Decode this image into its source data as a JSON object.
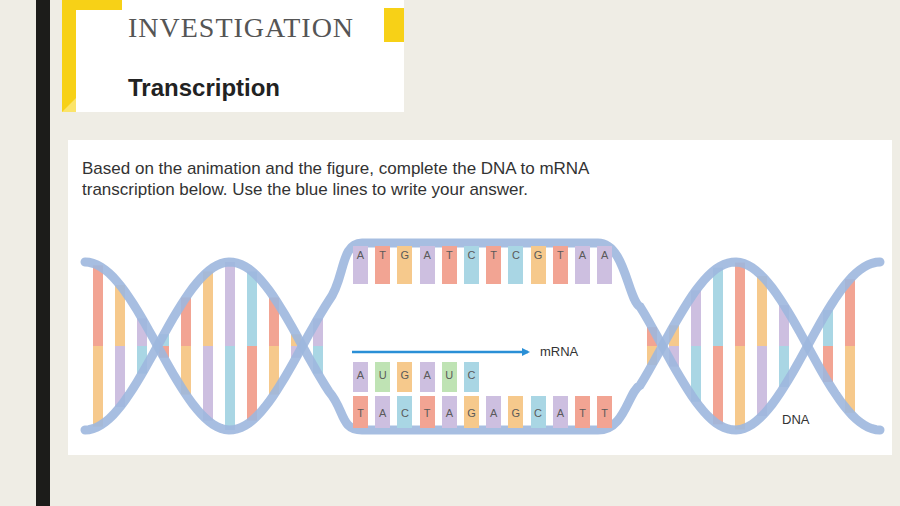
{
  "diagram": {
    "nodes": [
      {
        "text": [
          "INVESTIGATION",
          "Transcription"
        ]
      },
      {
        "text": [
          "Based on the animation and the figure, complete the DNA to mRNA transcription below. Use the blue lines to write your answer."
        ]
      },
      {
        "text": [
          "A"
        ],
        "in": 1
      },
      {
        "text": [
          "T"
        ],
        "in": 1
      },
      {
        "text": [
          "G"
        ],
        "in": 1
      },
      {
        "text": [
          "A"
        ],
        "in": 1
      },
      {
        "text": [
          "T"
        ],
        "in": 1
      },
      {
        "text": [
          "C"
        ],
        "in": 1
      },
      {
        "text": [
          "T"
        ],
        "in": 1
      },
      {
        "text": [
          "C"
        ],
        "in": 1
      },
      {
        "text": [
          "G"
        ],
        "in": 1
      },
      {
        "text": [
          "T"
        ],
        "in": 1
      },
      {
        "text": [
          "A"
        ],
        "in": 1
      },
      {
        "text": [
          "A"
        ],
        "in": 1
      },
      {
        "text": [
          "A"
        ],
        "in": 1
      },
      {
        "text": [
          "U"
        ],
        "in": 1
      },
      {
        "text": [
          "G"
        ],
        "in": 1
      },
      {
        "text": [
          "A"
        ],
        "in": 1
      },
      {
        "text": [
          "U"
        ],
        "in": 1
      },
      {
        "text": [
          "C"
        ],
        "in": 1
      },
      {
        "text": [
          "T"
        ],
        "in": 1
      },
      {
        "text": [
          "A"
        ],
        "in": 1
      },
      {
        "text": [
          "C"
        ],
        "in": 1
      },
      {
        "text": [
          "T"
        ],
        "in": 1
      },
      {
        "text": [
          "A"
        ],
        "in": 1
      },
      {
        "text": [
          "G"
        ],
        "in": 1
      },
      {
        "text": [
          "A"
        ],
        "in": 1
      },
      {
        "text": [
          "G"
        ],
        "in": 1
      },
      {
        "text": [
          "C"
        ],
        "in": 1
      },
      {
        "text": [
          "A"
        ],
        "in": 1
      },
      {
        "text": [
          "T"
        ],
        "in": 1
      },
      {
        "text": [
          "T"
        ],
        "in": 1
      }
    ],
    "labels": [
      "mRNA",
      "DNA"
    ]
  }
}
